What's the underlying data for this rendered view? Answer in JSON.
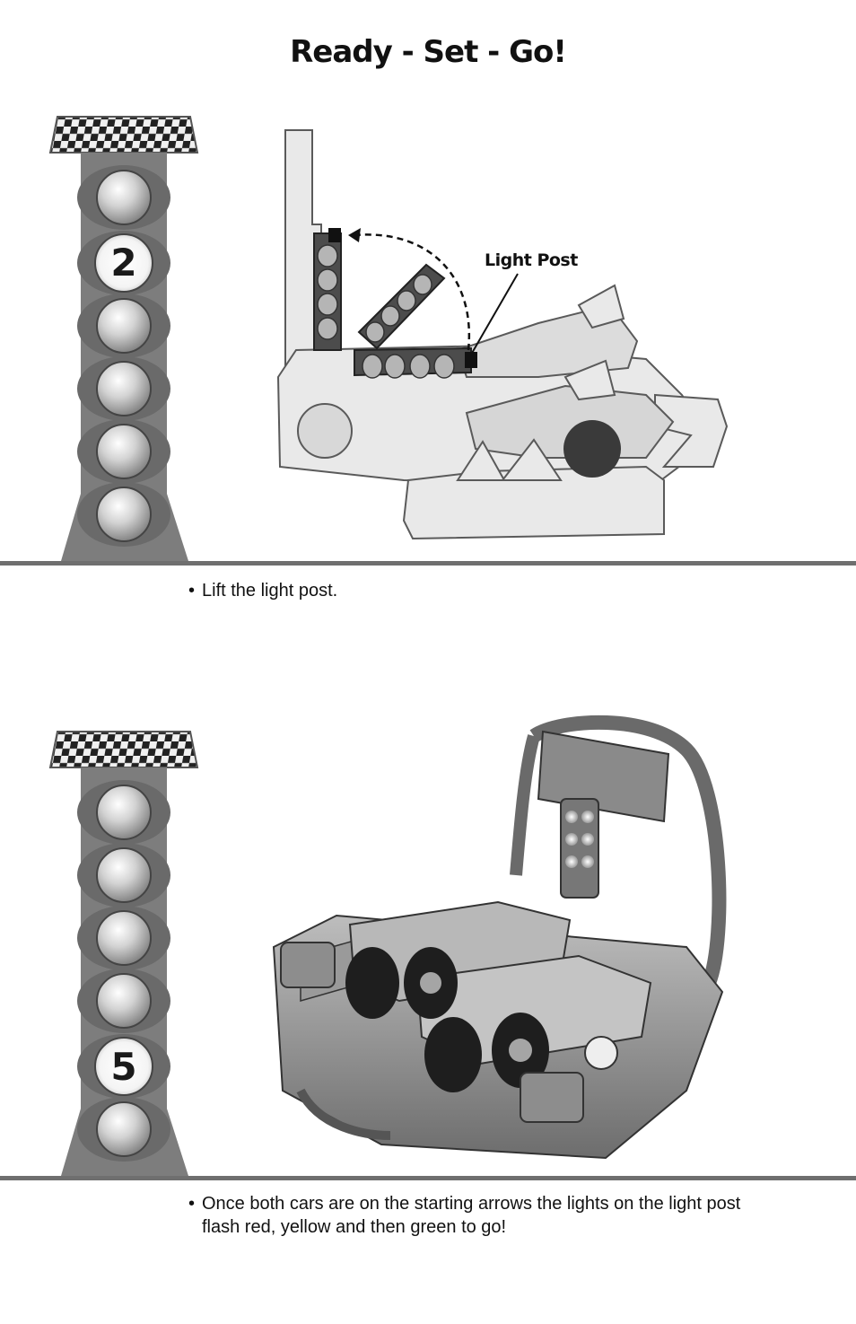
{
  "page": {
    "title": "Ready - Set - Go!"
  },
  "steps": [
    {
      "step_number": "2",
      "callout_label": "Light Post",
      "instruction": "Lift the light post."
    },
    {
      "step_number": "5",
      "instruction_line1": "Once both cars are on the starting arrows the lights on the light post",
      "instruction_line2": "flash red, yellow and then green to go!"
    }
  ]
}
